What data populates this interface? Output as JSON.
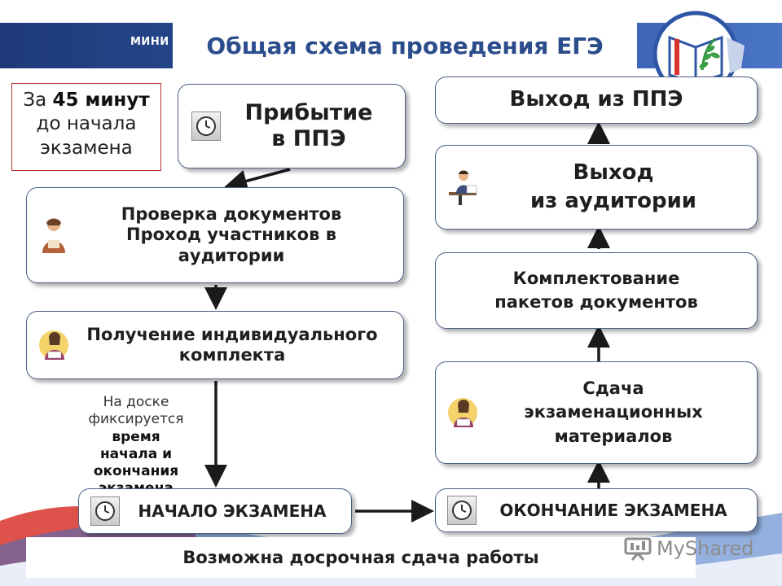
{
  "header": {
    "title": "Общая схема проведения ЕГЭ",
    "ministry_fragment": "МИНИ"
  },
  "note_top": {
    "prefix": "За",
    "bold": "45 минут",
    "rest_line2": "до начала",
    "rest_line3": "экзамена"
  },
  "note_board": {
    "line1": "На доске",
    "line2_regular": "фиксируется",
    "line2_bold": "время",
    "line3": "начала и окончания",
    "line4": "экзамена"
  },
  "steps": {
    "arrival": {
      "line1": "Прибытие",
      "line2": "в ППЭ",
      "icon": "clock-icon"
    },
    "check": {
      "line1": "Проверка документов",
      "line2": "Проход участников в",
      "line3": "аудитории",
      "icon": "person-icon"
    },
    "receive": {
      "line1": "Получение индивидуального",
      "line2": "комплекта",
      "icon": "person-reading-icon"
    },
    "start": {
      "label": "НАЧАЛО ЭКЗАМЕНА",
      "icon": "clock-icon"
    },
    "end": {
      "label": "ОКОНЧАНИЕ ЭКЗАМЕНА",
      "icon": "clock-icon"
    },
    "submit": {
      "line1": "Сдача",
      "line2": "экзаменационных",
      "line3": "материалов",
      "icon": "person-reading-icon"
    },
    "pack": {
      "line1": "Комплектование",
      "line2": "пакетов документов"
    },
    "leave_room": {
      "line1": "Выход",
      "line2": "из аудитории",
      "icon": "seated-person-icon"
    },
    "exit": {
      "label": "Выход из ППЭ"
    }
  },
  "footer": {
    "text": "Возможна досрочная сдача работы"
  },
  "watermark": {
    "text": "MyShared"
  },
  "colors": {
    "header_blue": "#2b4d8c",
    "band": "#2f56a6",
    "border": "#4b5f86",
    "note_border": "#b03030"
  }
}
